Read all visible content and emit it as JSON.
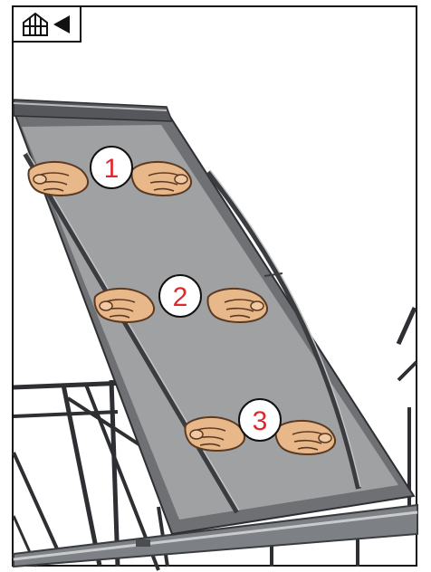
{
  "nav": {
    "back_icon": "home-back-icon"
  },
  "steps": [
    {
      "number": "1"
    },
    {
      "number": "2"
    },
    {
      "number": "3"
    }
  ],
  "colors": {
    "panel": "#9fa1a3",
    "frame": "#6c6e71",
    "hand_fill": "#e9b88a",
    "hand_stroke": "#5a3a22",
    "step_text": "#e0282b"
  }
}
